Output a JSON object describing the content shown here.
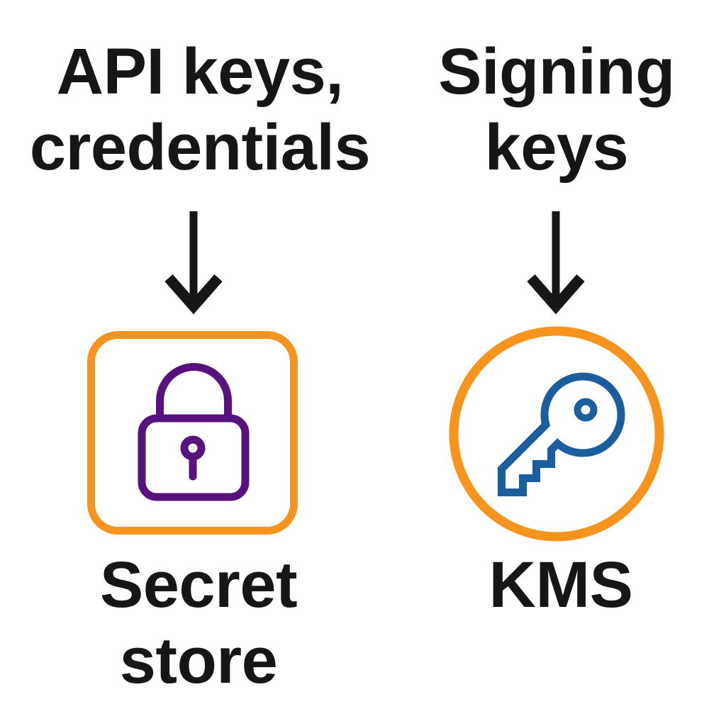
{
  "colors": {
    "ink": "#161616",
    "orange": "#F7941D",
    "purple": "#58127D",
    "blue": "#1B5E9E",
    "bg": "#FFFFFF"
  },
  "diagram": {
    "left": {
      "heading_line1": "API keys,",
      "heading_line2": "credentials",
      "icon": "padlock-icon",
      "label_line1": "Secret",
      "label_line2": "store"
    },
    "right": {
      "heading_line1": "Signing",
      "heading_line2": "keys",
      "icon": "key-icon",
      "label_line1": "KMS"
    }
  }
}
